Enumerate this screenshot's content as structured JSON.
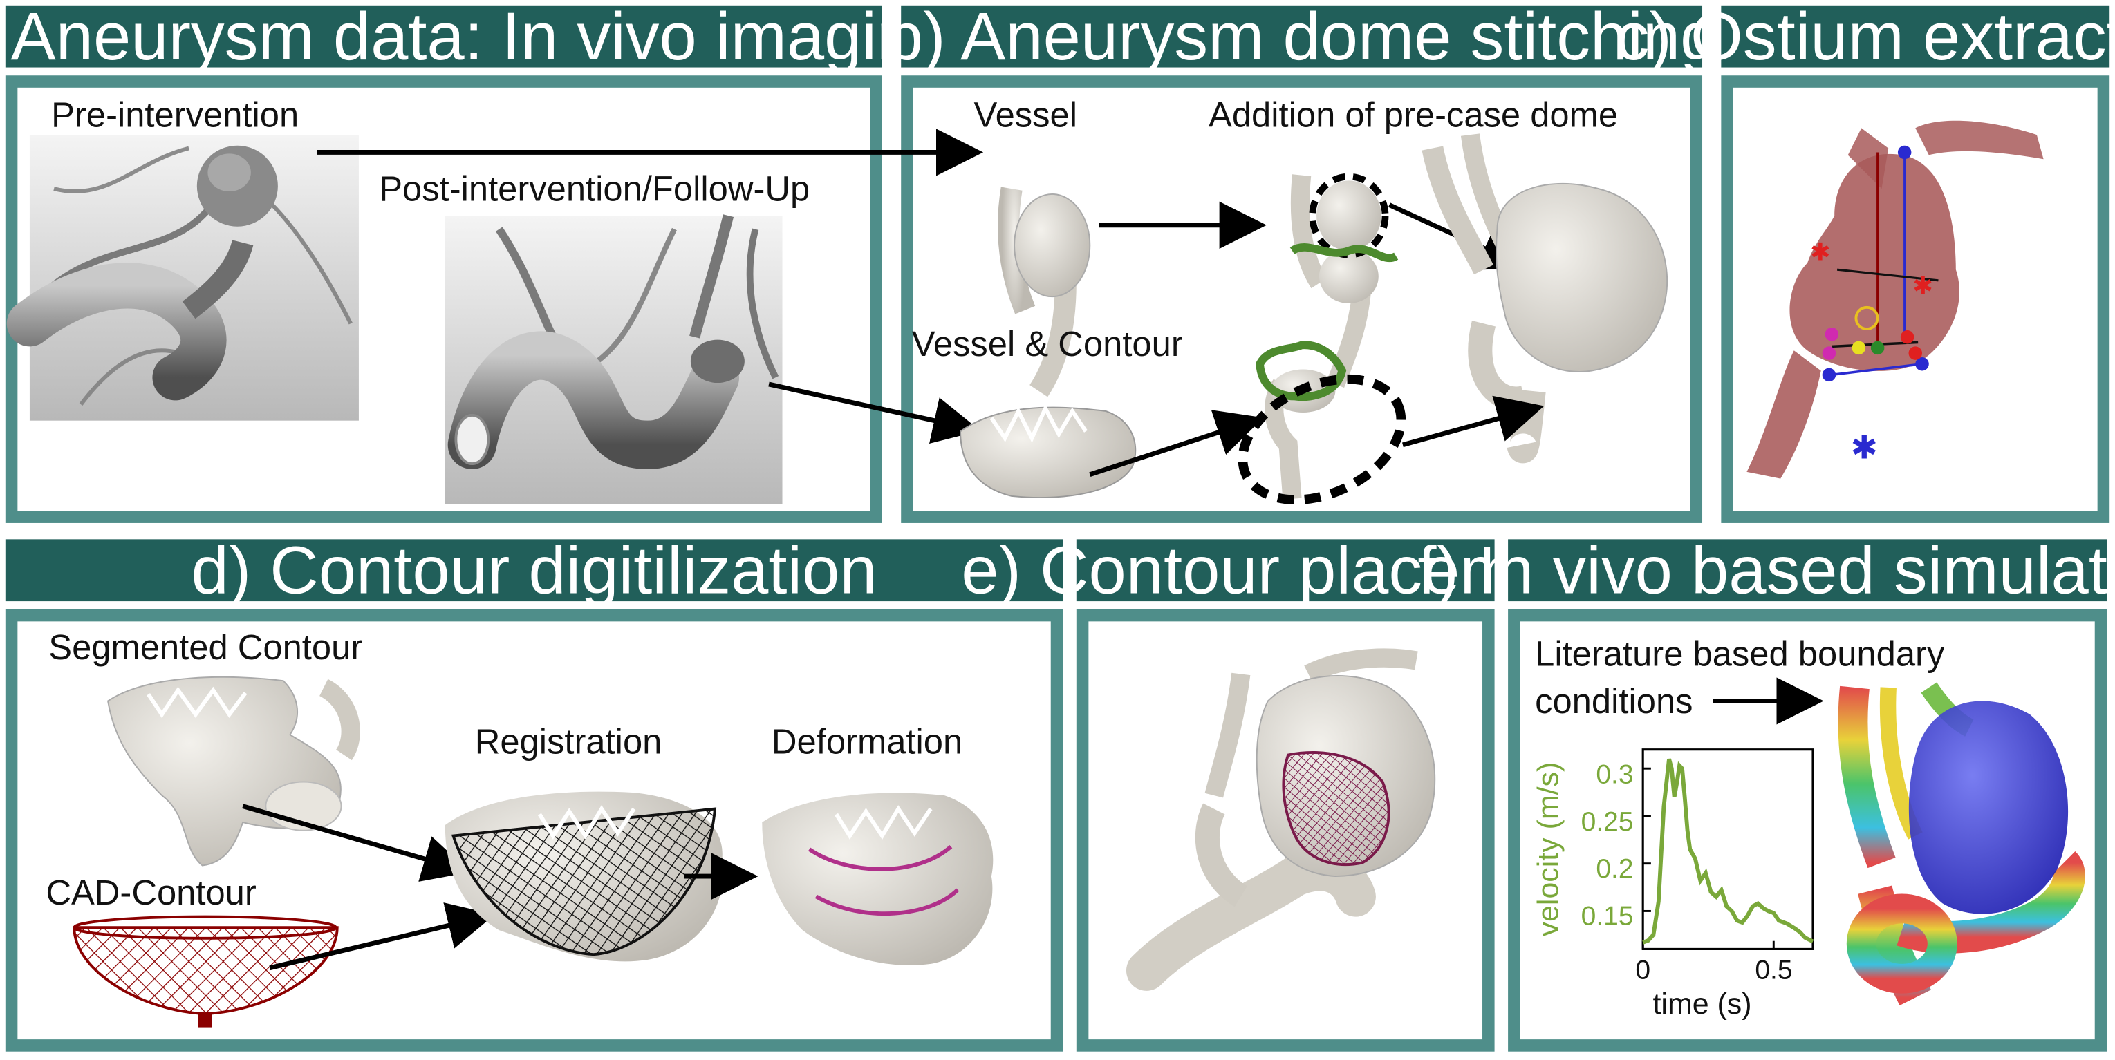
{
  "headers": {
    "a": "a) Aneurysm data: In vivo imaging",
    "b": "b) Aneurysm dome stitching",
    "c": "c) Ostium extraction",
    "d": "d) Contour digitilization",
    "e": "e) Contour placement",
    "f": "f) In vivo based simulation"
  },
  "panel_a": {
    "pre": "Pre-intervention",
    "post": "Post-intervention/Follow-Up"
  },
  "panel_b": {
    "vessel": "Vessel",
    "addition": "Addition of pre-case dome",
    "vessel_contour": "Vessel & Contour"
  },
  "panel_d": {
    "segmented": "Segmented Contour",
    "registration": "Registration",
    "deformation": "Deformation",
    "cad": "CAD-Contour"
  },
  "panel_f": {
    "literature_1": "Literature based boundary",
    "literature_2": "conditions"
  },
  "chart_data": {
    "type": "line",
    "xlabel": "time (s)",
    "ylabel": "velocity (m/s)",
    "xlim": [
      0,
      0.65
    ],
    "ylim": [
      0.11,
      0.32
    ],
    "x_ticks": [
      "0",
      "0.5"
    ],
    "y_ticks": [
      "0.3",
      "0.25",
      "0.2",
      "0.15"
    ],
    "x": [
      0.0,
      0.02,
      0.04,
      0.06,
      0.08,
      0.1,
      0.11,
      0.12,
      0.13,
      0.14,
      0.15,
      0.16,
      0.17,
      0.18,
      0.2,
      0.22,
      0.24,
      0.26,
      0.28,
      0.3,
      0.32,
      0.34,
      0.36,
      0.38,
      0.4,
      0.42,
      0.44,
      0.46,
      0.48,
      0.5,
      0.52,
      0.55,
      0.58,
      0.6,
      0.62,
      0.65
    ],
    "y": [
      0.117,
      0.119,
      0.125,
      0.16,
      0.26,
      0.31,
      0.3,
      0.27,
      0.285,
      0.303,
      0.3,
      0.27,
      0.235,
      0.215,
      0.205,
      0.182,
      0.19,
      0.17,
      0.165,
      0.172,
      0.155,
      0.15,
      0.14,
      0.138,
      0.145,
      0.155,
      0.158,
      0.153,
      0.15,
      0.148,
      0.14,
      0.137,
      0.132,
      0.128,
      0.122,
      0.118
    ],
    "line_color": "#7aa83a"
  },
  "colors": {
    "header_bg": "#215f5a",
    "panel_border": "#4f8e8a",
    "contour_green": "#4d8a2e",
    "cad_red": "#8b0000",
    "ostium_fill": "#a85a5a"
  }
}
